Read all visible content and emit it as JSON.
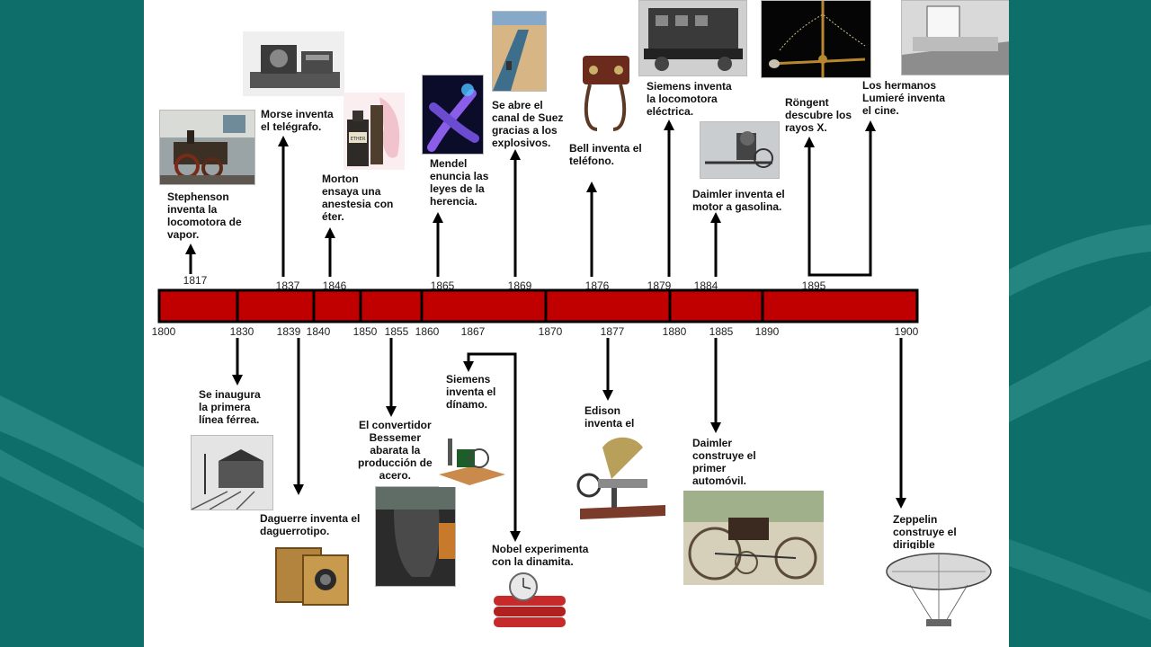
{
  "timeline": {
    "ticks_below": [
      {
        "id": "t1800",
        "label": "1800"
      },
      {
        "id": "t1830",
        "label": "1830"
      },
      {
        "id": "t1839",
        "label": "1839"
      },
      {
        "id": "t1840",
        "label": "1840"
      },
      {
        "id": "t1850",
        "label": "1850"
      },
      {
        "id": "t1855",
        "label": "1855"
      },
      {
        "id": "t1860",
        "label": "1860"
      },
      {
        "id": "t1867",
        "label": "1867"
      },
      {
        "id": "t1870",
        "label": "1870"
      },
      {
        "id": "t1877",
        "label": "1877"
      },
      {
        "id": "t1880",
        "label": "1880"
      },
      {
        "id": "t1885",
        "label": "1885"
      },
      {
        "id": "t1890",
        "label": "1890"
      },
      {
        "id": "t1900",
        "label": "1900"
      }
    ],
    "ticks_above": [
      {
        "id": "a1817",
        "label": "1817"
      },
      {
        "id": "a1837",
        "label": "1837"
      },
      {
        "id": "a1846",
        "label": "1846"
      },
      {
        "id": "a1865",
        "label": "1865"
      },
      {
        "id": "a1869",
        "label": "1869"
      },
      {
        "id": "a1876",
        "label": "1876"
      },
      {
        "id": "a1879",
        "label": "1879"
      },
      {
        "id": "a1884",
        "label": "1884"
      },
      {
        "id": "a1895",
        "label": "1895"
      }
    ],
    "colors": {
      "bar": "#c00000",
      "arrow": "#000000",
      "frame_teal": "#0e6e6a"
    }
  },
  "events": {
    "stephenson": "Stephenson\ninventa la\nlocomotora de\nvapor.",
    "morse": "Morse inventa\nel telégrafo.",
    "morton": "Morton\nensaya una\nanestesia con\néter.",
    "mendel": "Mendel\nenuncia las\nleyes de la\nherencia.",
    "suez": "Se abre el\ncanal de Suez\ngracias a los\nexplosivos.",
    "bell": "Bell inventa el\nteléfono.",
    "siemens_loco": "Siemens inventa\nla locomotora\neléctrica.",
    "daimler_motor": "Daimler inventa el\nmotor a gasolina.",
    "rontgen": "Röngent\ndescubre los\nrayos X.",
    "lumiere": "Los hermanos\nLumieré inventa\nel cine.",
    "ferrea": "Se inaugura\nla primera\nlínea férrea.",
    "daguerre": "Daguerre inventa el\ndaguerrotipo.",
    "bessemer": "El convertidor\nBessemer\nabarata la\nproducción de\nacero.",
    "siemens_dinamo": "Siemens\ninventa el\ndínamo.",
    "nobel": "Nobel experimenta\ncon la dinamita.",
    "edison": "Edison\ninventa el",
    "daimler_auto": "Daimler\nconstruye el\nprimer\nautomóvil.",
    "zeppelin": "Zeppelin\nconstruye el\ndirigible",
    "ether_bottle_label": "ETHER"
  },
  "icons": [
    "locomotive-photo",
    "telegraph-photo",
    "ether-bottle-photo",
    "chromosome-photo",
    "suez-canal-photo",
    "telephone-photo",
    "electric-locomotive-photo",
    "xray-apparatus-photo",
    "cinema-screen-photo",
    "gasoline-motor-photo",
    "railway-station-photo",
    "daguerreotype-camera-photo",
    "bessemer-converter-photo",
    "dynamo-photo",
    "dynamite-clock-photo",
    "phonograph-photo",
    "automobile-photo",
    "airship-photo"
  ]
}
